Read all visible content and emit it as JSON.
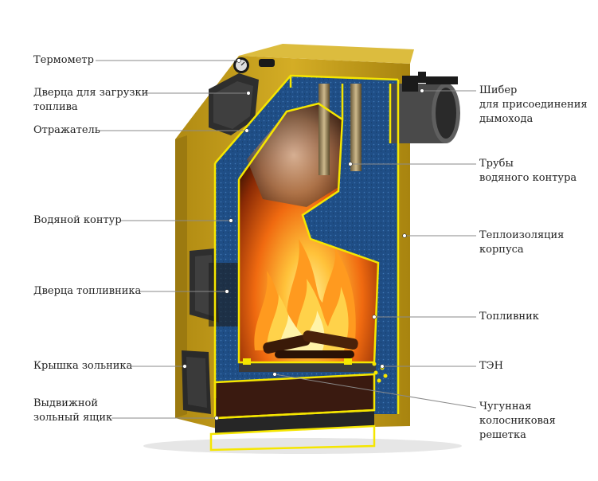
{
  "labels_left": [
    {
      "id": "thermometer",
      "lines": [
        "Термометр"
      ]
    },
    {
      "id": "fuel-loading-door",
      "lines": [
        "Дверца для загрузки",
        "топлива"
      ]
    },
    {
      "id": "reflector",
      "lines": [
        "Отражатель"
      ]
    },
    {
      "id": "water-circuit",
      "lines": [
        "Водяной контур"
      ]
    },
    {
      "id": "firebox-door",
      "lines": [
        "Дверца топливника"
      ]
    },
    {
      "id": "ash-pit-cover",
      "lines": [
        "Крышка зольника"
      ]
    },
    {
      "id": "ash-drawer",
      "lines": [
        "Выдвижной",
        "зольный ящик"
      ]
    }
  ],
  "labels_right": [
    {
      "id": "damper",
      "lines": [
        "Шибер",
        "для присоединения",
        "дымохода"
      ]
    },
    {
      "id": "water-pipes",
      "lines": [
        "Трубы",
        "водяного контура"
      ]
    },
    {
      "id": "body-insulation",
      "lines": [
        "Теплоизоляция",
        "корпуса"
      ]
    },
    {
      "id": "firebox",
      "lines": [
        "Топливник"
      ]
    },
    {
      "id": "heating-element",
      "lines": [
        "ТЭН"
      ]
    },
    {
      "id": "cast-iron-grate",
      "lines": [
        "Чугунная",
        "колосниковая",
        "решетка"
      ]
    }
  ],
  "colors": {
    "body_gold": "#c9a21c",
    "body_gold_dark": "#9c7a10",
    "insulation_blue": "#1f4e86",
    "outline_yellow": "#f5e600",
    "metal_dark": "#2b2b2b",
    "fire_orange": "#f06a10",
    "fire_yellow": "#ffc23a"
  }
}
